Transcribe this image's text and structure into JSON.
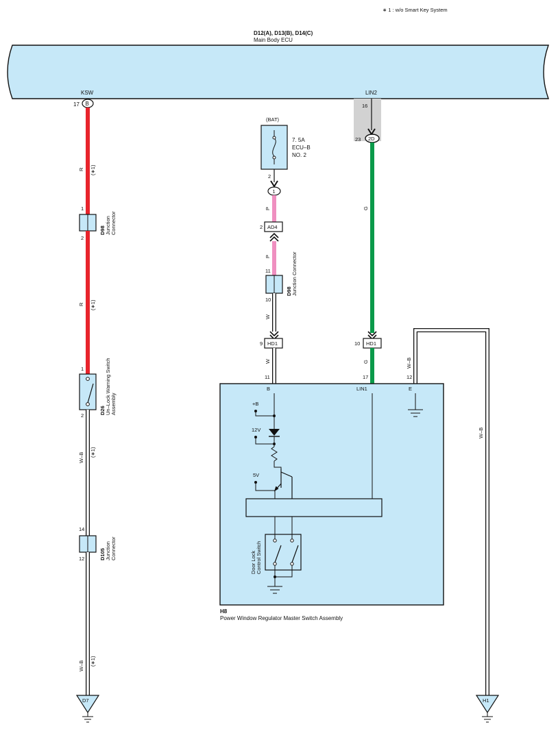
{
  "note": "∗ 1 : w/o Smart Key System",
  "colors": {
    "red_wire": "#e8242c",
    "green_wire": "#0b9a4a",
    "pink_wire": "#ef8fc0",
    "module_fill": "#c6e8f8",
    "header_shade": "#d2d2d2"
  },
  "ecu": {
    "connectors": "D12(A), D13(B), D14(C)",
    "name": "Main Body ECU",
    "ksw_label": "KSW",
    "ksw_pin": "17",
    "ksw_conn": "B",
    "lin2_label": "LIN2",
    "lin2_pin": "16"
  },
  "bat": {
    "label": "(BAT)",
    "fuse_rating": "7. 5A",
    "fuse_name1": "ECU–B",
    "fuse_name2": "NO. 2",
    "fuse_pin": "2",
    "conn1": "1"
  },
  "pink_wire": {
    "wire1": "P",
    "ad4_pin": "2",
    "ad4": "AD4",
    "wire2": "P",
    "d98_pin_in": "11",
    "d98_pin_out": "10",
    "d98_code": "D98",
    "d98_name": "Junction Connector",
    "wire3": "W",
    "hd1_pin": "9",
    "hd1": "HD1",
    "wire4": "W"
  },
  "green_wire": {
    "pin_23": "23",
    "conn_2d": "2D",
    "wire1": "G",
    "hd1_pin": "10",
    "hd1": "HD1",
    "wire2": "G"
  },
  "left_wire": {
    "wire_r1": "R",
    "note1": "(∗1)",
    "d98_pin_in": "1",
    "d98_pin_out": "2",
    "d98_code": "D98",
    "d98_name1": "Junction",
    "d98_name2": "Connector",
    "wire_r2": "R",
    "note2": "(∗1)",
    "d26_pin_in": "1",
    "d26_pin_out": "2",
    "d26_code": "D26",
    "d26_name1": "Un–Lock Warning Switch",
    "d26_name2": "Assembly",
    "wire_wb1": "W–B",
    "note3": "(∗1)",
    "d105_pin_in": "14",
    "d105_pin_out": "12",
    "d105_code": "D105",
    "d105_name1": "Junction",
    "d105_name2": "Connector",
    "wire_wb2": "W–B",
    "note4": "(∗1)",
    "ground": "D7"
  },
  "right_wire": {
    "wire1": "W–B",
    "wire2": "W–B",
    "ground": "H1"
  },
  "h8": {
    "pin_b": "11",
    "label_b": "B",
    "pin_lin1": "17",
    "label_lin1": "LIN1",
    "pin_e": "12",
    "label_e": "E",
    "plus_b": "+B",
    "v12": "12V",
    "v5": "5V",
    "switch_label1": "Door Lock",
    "switch_label2": "Control Switch",
    "code": "H8",
    "name": "Power Window Regulator Master Switch Assembly"
  }
}
